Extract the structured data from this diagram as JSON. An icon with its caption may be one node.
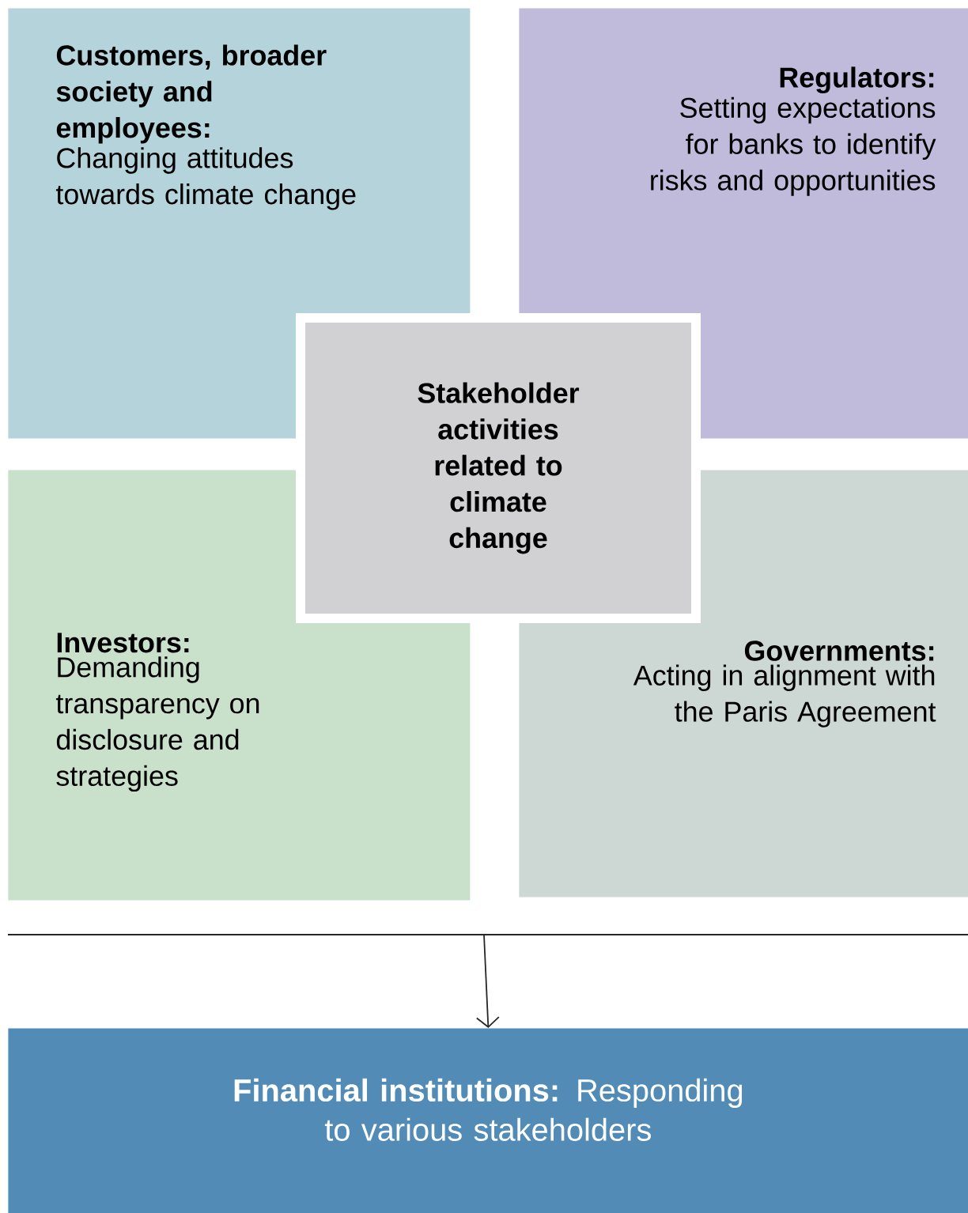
{
  "diagram": {
    "nodes": [
      {
        "text": [
          "Customers, broader society and employees:",
          "Changing attitudes towards climate change"
        ]
      },
      {
        "text": [
          "Regulators:",
          "Setting expectations for banks to identify risks and opportunities"
        ]
      },
      {
        "text": [
          "Investors:",
          "Demanding transparency on disclosure and strategies"
        ]
      },
      {
        "text": [
          "Governments:",
          "Acting in alignment with the Paris Agreement"
        ]
      },
      {
        "text": [
          "Stakeholder activities related to climate change"
        ]
      },
      {
        "text": [
          "**Financial institutions:** Responding to various stakeholders"
        ]
      }
    ],
    "edges": [
      {
        "from": null,
        "to": 5,
        "arrow": "to"
      }
    ]
  }
}
